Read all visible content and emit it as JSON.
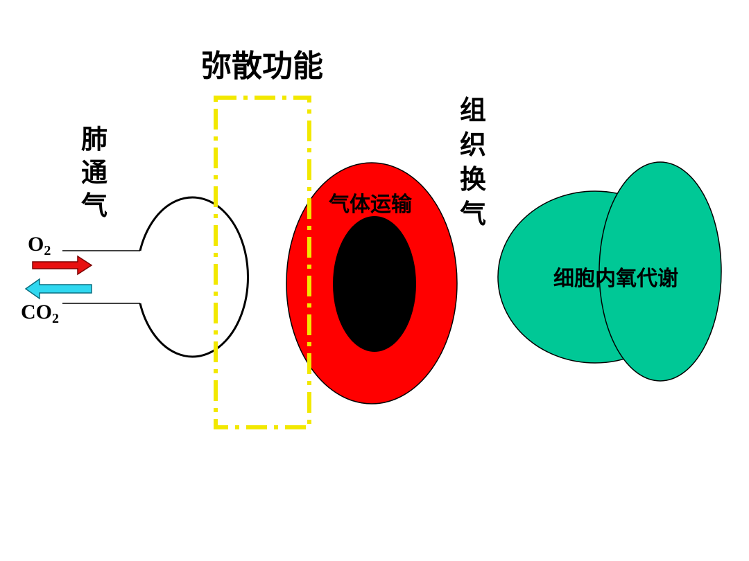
{
  "diagram": {
    "title_diffusion": "弥散功能",
    "label_pulmonary_ventilation": [
      "肺",
      "通",
      "气"
    ],
    "label_tissue_exchange": [
      "组",
      "织",
      "换",
      "气"
    ],
    "label_gas_transport": "气体运输",
    "label_cell_metabolism": "细胞内氧代谢",
    "gas_o2": {
      "symbol": "O",
      "subscript": "2"
    },
    "gas_co2": {
      "symbol": "CO",
      "subscript": "2"
    }
  },
  "colors": {
    "diffusion_box": "#f2e800",
    "red_cell": "#ff0000",
    "red_cell_core": "#000000",
    "tissue_cells": "#00c896",
    "arrow_o2": "#e81010",
    "arrow_co2": "#30d8f0"
  },
  "icons": {
    "arrow_o2": "arrow-right-icon",
    "arrow_co2": "arrow-left-icon"
  }
}
